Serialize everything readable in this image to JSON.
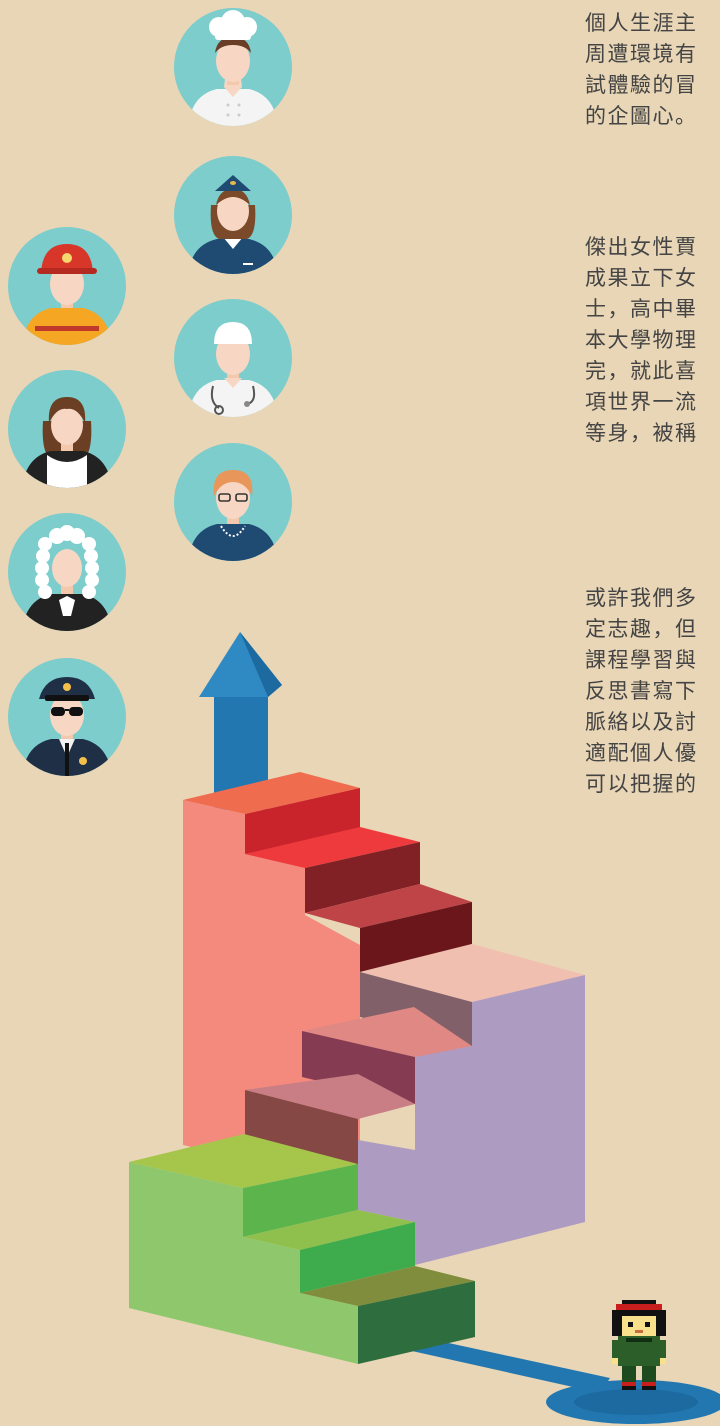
{
  "paragraphs": [
    "個人生涯主\n周遭環境有\n試體驗的冒\n的企圖心。",
    "傑出女性賈\n成果立下女\n士，高中畢\n本大學物理\n完，就此喜\n項世界一流\n等身，被稱",
    "或許我們多\n定志趣，但\n課程學習與\n反思書寫下\n脈絡以及討\n適配個人優\n可以把握的"
  ],
  "avatars": [
    {
      "id": "chef",
      "icon": "chef-avatar-icon"
    },
    {
      "id": "flight-attendant",
      "icon": "flight-attendant-avatar-icon"
    },
    {
      "id": "doctor",
      "icon": "doctor-avatar-icon"
    },
    {
      "id": "businesswoman",
      "icon": "businesswoman-avatar-icon"
    },
    {
      "id": "firefighter",
      "icon": "firefighter-avatar-icon"
    },
    {
      "id": "maid",
      "icon": "maid-avatar-icon"
    },
    {
      "id": "judge",
      "icon": "judge-avatar-icon"
    },
    {
      "id": "police-officer",
      "icon": "police-officer-avatar-icon"
    }
  ],
  "colors": {
    "background": "#e8d6b6",
    "avatar_circle": "#7ccdcc",
    "arrow": "#2377b0",
    "stairs_green": "#8fc86c",
    "stairs_purple": "#ae9bc2",
    "stairs_red": "#f38a7d"
  }
}
